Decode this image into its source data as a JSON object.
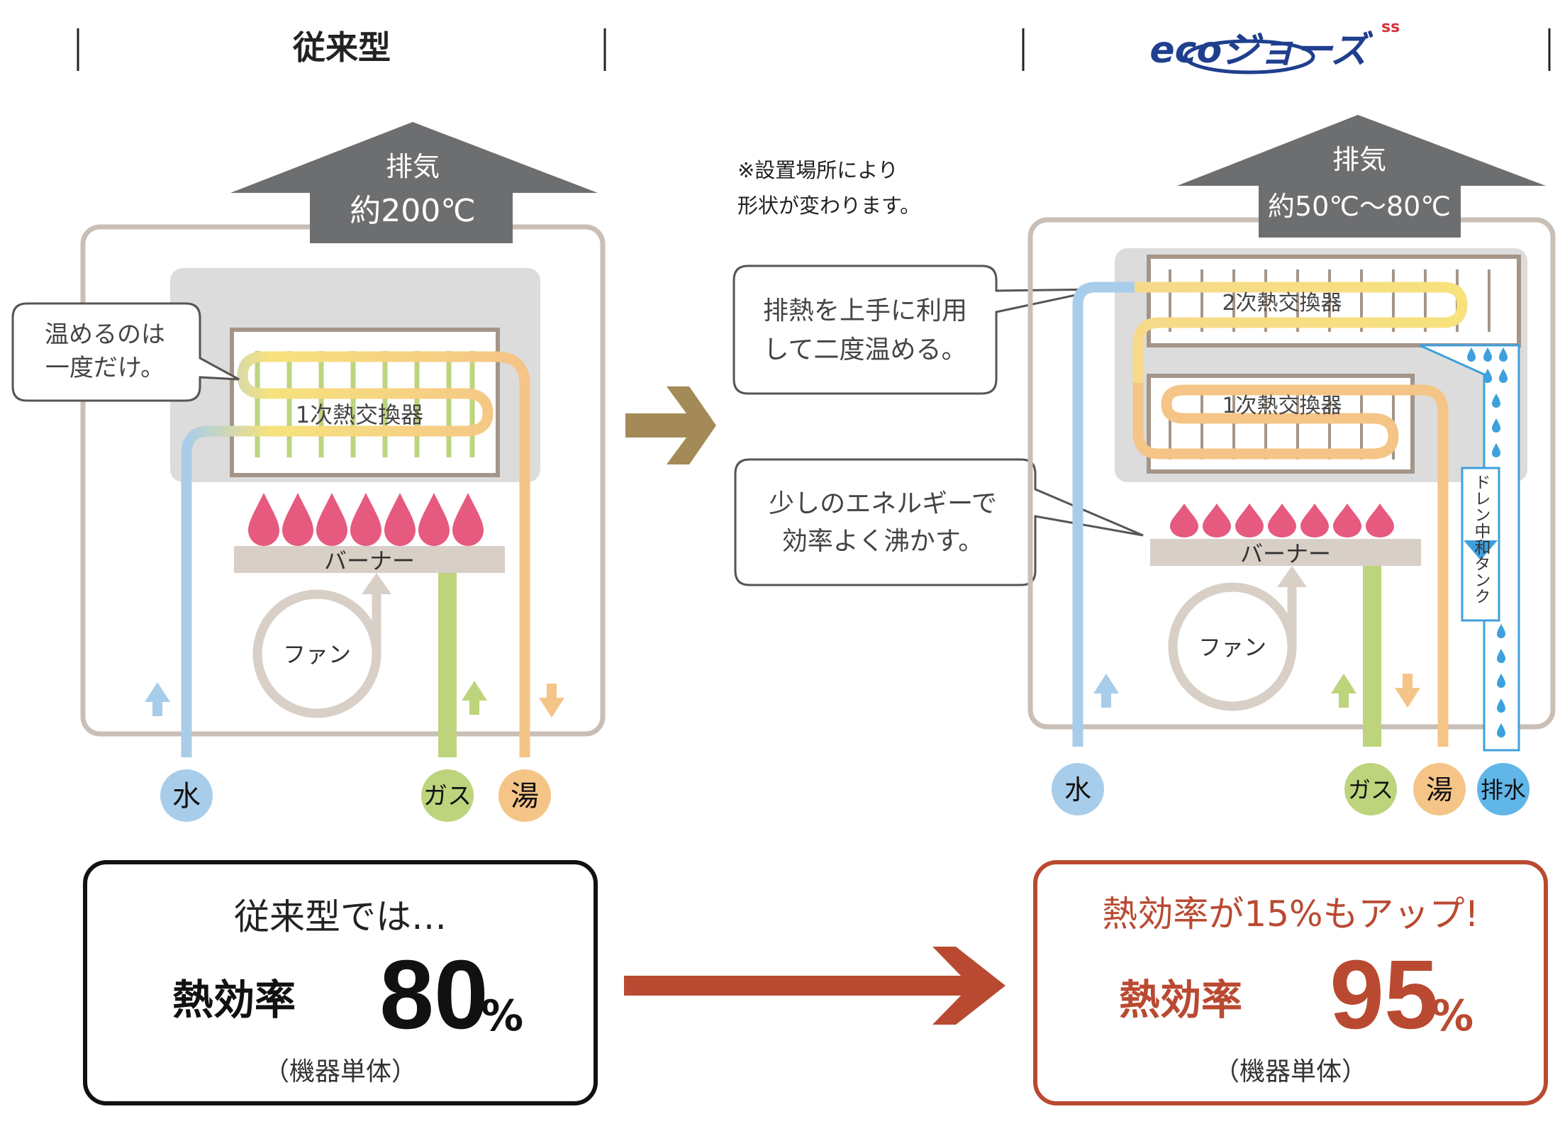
{
  "header": {
    "left_title": "従来型",
    "right_logo": "ecoジョーズ"
  },
  "note": {
    "line1": "※設置場所により",
    "line2": "形状が変わります。"
  },
  "conventional": {
    "exhaust_label": "排気",
    "exhaust_temp": "約200℃",
    "callout": [
      "温めるのは",
      "一度だけ。"
    ],
    "exchanger_label": "1次熱交換器",
    "burner_label": "バーナー",
    "fan_label": "ファン",
    "pipes": {
      "water": "水",
      "gas": "ガス",
      "hot": "湯"
    },
    "result": {
      "lead": "従来型では…",
      "label": "熱効率",
      "value": "80",
      "unit": "%",
      "note": "（機器単体）"
    }
  },
  "eco": {
    "exhaust_label": "排気",
    "exhaust_temp": "約50℃～80℃",
    "callout1": [
      "排熱を上手に利用",
      "して二度温める。"
    ],
    "callout2": [
      "少しのエネルギーで",
      "効率よく沸かす。"
    ],
    "secondary_label": "2次熱交換器",
    "primary_label": "1次熱交換器",
    "burner_label": "バーナー",
    "fan_label": "ファン",
    "drain_label": "ドレン中和タンク",
    "pipes": {
      "water": "水",
      "gas": "ガス",
      "hot": "湯",
      "drain": "排水"
    },
    "result": {
      "lead": "熱効率が15%もアップ!",
      "label": "熱効率",
      "value": "95",
      "unit": "%",
      "note": "（機器単体）"
    }
  },
  "colors": {
    "frame": "#c9bfb6",
    "exhaust": "#6d6e70",
    "chamber": "#dcdcdc",
    "burner": "#d8cfc6",
    "flame": "#e55a7e",
    "water": "#a8cdea",
    "gas": "#bdd47c",
    "hot": "#f5c487",
    "exchanger_yellow": "#f7e27d",
    "drain": "#3ea0dd",
    "accent": "#b94a31",
    "transition_arrow": "#a48a56",
    "logo": "#1f3f8e"
  }
}
